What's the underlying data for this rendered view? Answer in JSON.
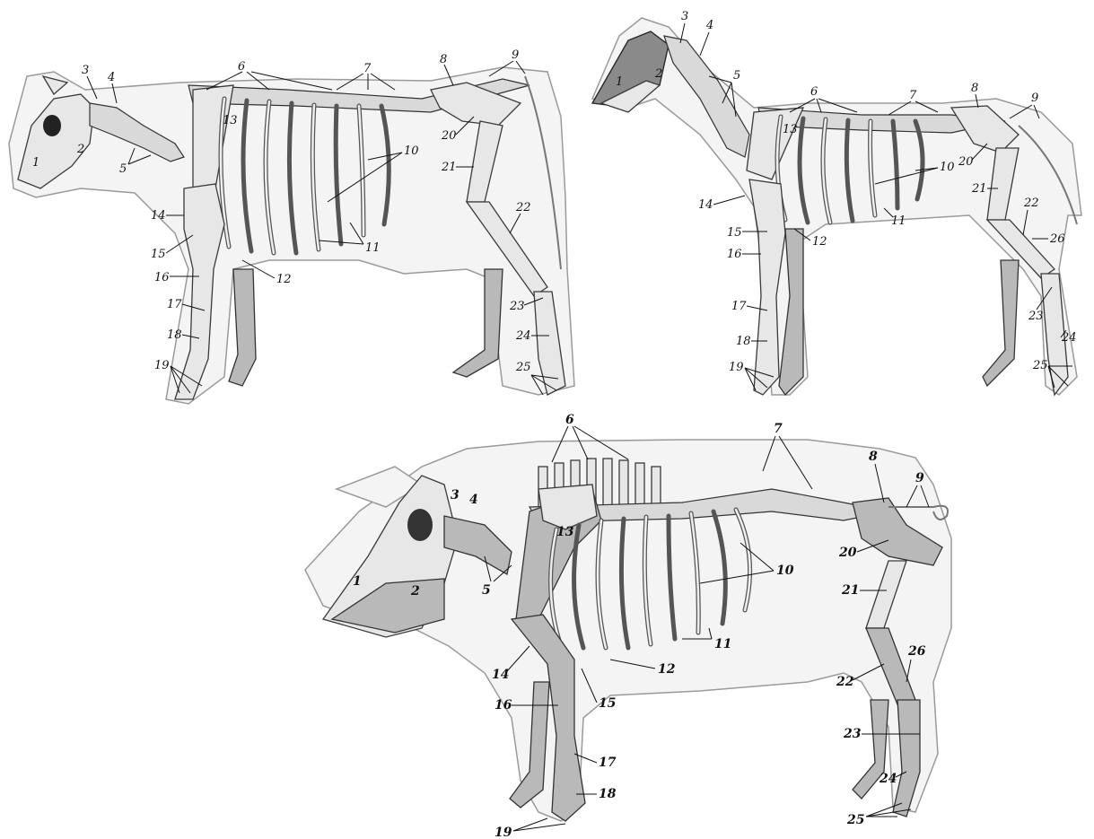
{
  "figures": [
    {
      "id": "cow",
      "labels": [
        "1",
        "2",
        "3",
        "4",
        "5",
        "6",
        "7",
        "8",
        "9",
        "10",
        "11",
        "12",
        "13",
        "14",
        "15",
        "16",
        "17",
        "18",
        "19",
        "20",
        "21",
        "22",
        "23",
        "24",
        "25"
      ]
    },
    {
      "id": "horse",
      "labels": [
        "1",
        "2",
        "3",
        "4",
        "5",
        "6",
        "7",
        "8",
        "9",
        "10",
        "11",
        "12",
        "13",
        "14",
        "15",
        "16",
        "17",
        "18",
        "19",
        "20",
        "21",
        "22",
        "23",
        "24",
        "25",
        "26"
      ]
    },
    {
      "id": "pig",
      "labels": [
        "1",
        "2",
        "3",
        "4",
        "5",
        "6",
        "7",
        "8",
        "9",
        "10",
        "11",
        "12",
        "13",
        "14",
        "15",
        "16",
        "17",
        "18",
        "19",
        "20",
        "21",
        "22",
        "23",
        "24",
        "25",
        "26"
      ]
    }
  ]
}
